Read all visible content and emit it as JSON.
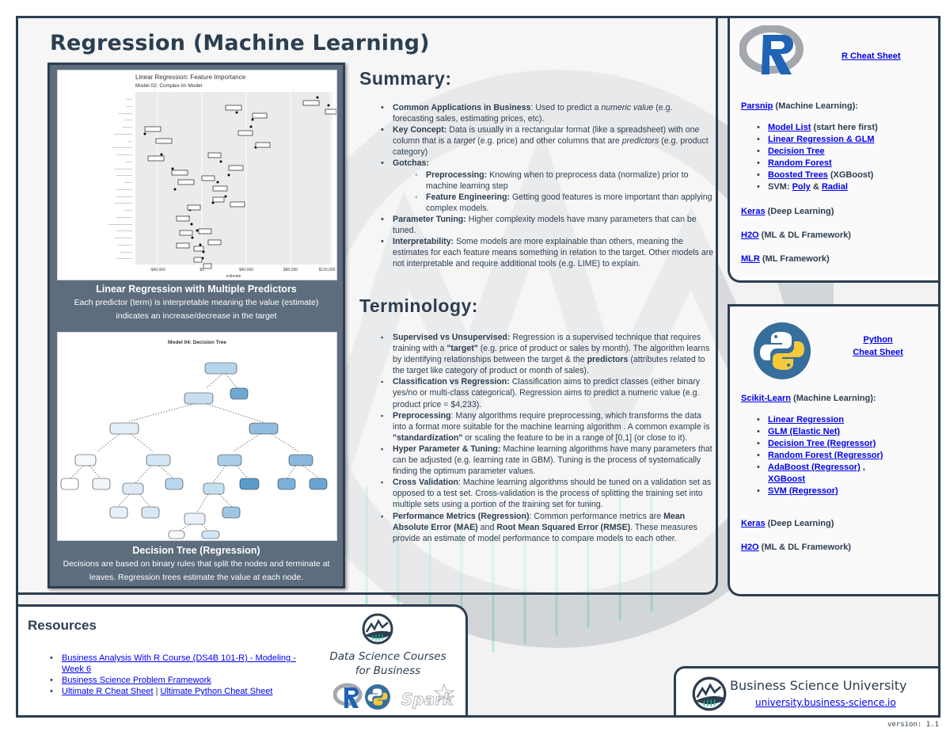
{
  "title": "Regression (Machine Learning)",
  "figures": {
    "linear_regression": {
      "chart_title": "Linear Regression: Feature Importance",
      "chart_subtitle": "Model 02: Complex lm Model",
      "x_label": "estimate",
      "x_ticks": [
        "-$40,000",
        "$0",
        "$40,000",
        "$80,000",
        "$120,000"
      ],
      "caption_title": "Linear Regression with Multiple Predictors",
      "caption_text": "Each predictor (term) is interpretable meaning the value (estimate) indicates an increase/decrease in the target"
    },
    "decision_tree": {
      "chart_title": "Model 04: Decision Tree",
      "caption_title": "Decision Tree (Regression)",
      "caption_text": "Decisions are based on binary rules that split the nodes and terminate at leaves. Regression trees estimate the value at each node."
    }
  },
  "summary": {
    "heading": "Summary:",
    "items": [
      {
        "label": "Common Applications in Business",
        "sep": ": ",
        "text1": "Used to predict a ",
        "italic": "numeric value",
        "text2": " (e.g. forecasting sales, estimating prices, etc)."
      },
      {
        "label": "Key Concept:",
        "text1": " Data is usually in a rectangular format (like a spreadsheet) with one column that is a ",
        "italic1": "target",
        "text2": " (e.g. price) and other columns that are ",
        "italic2": "predictors",
        "text3": " (e.g. product category)"
      },
      {
        "label": "Gotchas:"
      },
      {
        "label": "Parameter Tuning:",
        "text": " Higher complexity models have many parameters that can be tuned."
      },
      {
        "label": "Interpretability:",
        "text": " Some models are more explainable than others, meaning the estimates for each feature means something in relation to the target. Other models are not interpretable and require additional tools (e.g. LIME) to explain."
      }
    ],
    "gotchas": [
      {
        "label": "Preprocessing:",
        "text": " Knowing when to preprocess data (normalize) prior to machine learning step"
      },
      {
        "label": "Feature Engineering:",
        "text": " Getting good features is more important than applying complex models."
      }
    ]
  },
  "terminology": {
    "heading": "Terminology:",
    "items": [
      {
        "label": "Supervised vs Unsupervised:",
        "t1": " Regression is a supervised technique that requires training with a ",
        "b1": "\"target\"",
        "t2": " (e.g. price of product or sales by month). The algorithm learns by identifying relationships between the target & the ",
        "b2": "predictors",
        "t3": " (attributes related to the target like category of product or month of sales)."
      },
      {
        "label": "Classification vs Regression:",
        "t1": " Classification aims to predict classes (either binary yes/no or multi-class categorical). Regression aims to predict a numeric value (e.g. product price = $4,233)."
      },
      {
        "label": "Preprocessing",
        "t1": ": Many algorithms require preprocessing, which transforms the data into a format more suitable for the machine learning algorithm . A common example is ",
        "b1": "\"standardization\"",
        "t2": " or scaling the feature to be in a range of [0,1] (or close to it)."
      },
      {
        "label": "Hyper Parameter & Tuning:",
        "t1": " Machine learning algorithms have many parameters that can be adjusted (e.g. learning rate in GBM). Tuning is the process of systematically finding the optimum parameter values."
      },
      {
        "label": "Cross Validation",
        "t1": ": Machine learning algorithms should be tuned on a validation set as opposed to a test set. Cross-validation is the process of splitting the training set into multiple sets using a portion of the training set for tuning."
      },
      {
        "label": "Performance Metrics (Regression)",
        "t1": ": Common performance metrics are ",
        "b1": "Mean Absolute Error (MAE)",
        "t2": " and ",
        "b2": "Root Mean Squared Error (RMSE)",
        "t3": ". These measures provide an estimate of model performance to compare models to each other."
      }
    ]
  },
  "r_panel": {
    "cheat_sheet_link": "R Cheat Sheet",
    "parsnip_link": "Parsnip",
    "parsnip_suffix": " (Machine Learning):",
    "items": [
      {
        "link": "Model List",
        "suffix": " (start here first)"
      },
      {
        "link": "Linear Regression & GLM",
        "suffix": ""
      },
      {
        "link": "Decision Tree",
        "suffix": ""
      },
      {
        "link": "Random Forest",
        "suffix": ""
      },
      {
        "link": "Boosted Trees",
        "suffix": " (XGBoost)"
      }
    ],
    "svm": {
      "prefix": "SVM: ",
      "link1": "Poly",
      "amp": " & ",
      "link2": "Radial"
    },
    "keras_link": "Keras",
    "keras_suffix": " (Deep Learning)",
    "h2o_link": "H2O",
    "h2o_suffix": " (ML & DL Framework)",
    "mlr_link": "MLR",
    "mlr_suffix": " (ML Framework)"
  },
  "python_panel": {
    "cheat_sheet_link": "Python Cheat Sheet",
    "sklearn_link": "Scikit-Learn",
    "sklearn_suffix": " (Machine Learning):",
    "items": [
      {
        "link": "Linear Regression"
      },
      {
        "link": "GLM (Elastic Net)"
      },
      {
        "link": "Decision Tree (Regressor)"
      },
      {
        "link": "Random Forest (Regressor)"
      },
      {
        "link": "AdaBoost (Regressor)",
        "sep": " , ",
        "link2": "XGBoost"
      },
      {
        "link": "SVM (Regressor)"
      }
    ],
    "keras_link": "Keras",
    "keras_suffix": " (Deep Learning)",
    "h2o_link": "H2O",
    "h2o_suffix": " (ML & DL Framework)"
  },
  "resources": {
    "heading": "Resources",
    "items": [
      {
        "link": "Business Analysis With R Course (DS4B 101-R) - Modeling - Week 6"
      },
      {
        "link": "Business Science Problem Framework"
      },
      {
        "link": "Ultimate R Cheat Sheet",
        "sep": " | ",
        "link2": "Ultimate Python Cheat Sheet"
      }
    ],
    "tagline_line1": "Data Science Courses",
    "tagline_line2": "for Business",
    "spark_label": "Spark"
  },
  "footer": {
    "org_name": "Business Science University",
    "url": "university.business-science.io",
    "version": "version: 1.1"
  },
  "colors": {
    "primary_dark": "#2c3e50",
    "figure_bg": "#5d6d7e",
    "link": "#0000ee",
    "accent_teal": "#18bc9c",
    "r_blue": "#1e63b5",
    "python_blue": "#366e9c",
    "python_yellow": "#f6c93a"
  }
}
